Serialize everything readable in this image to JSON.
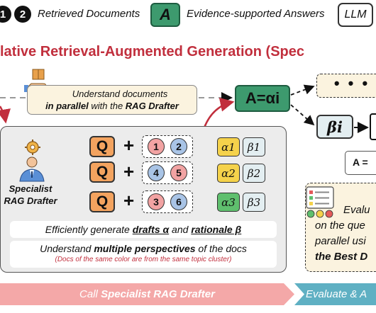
{
  "legend": {
    "doc_numbers": [
      "1",
      "2"
    ],
    "retrieved_label": "Retrieved Documents",
    "answer_badge": "A",
    "answer_label": "Evidence-supported Answers",
    "llm_label": "LLM"
  },
  "title": "lative Retrieval-Augmented Generation (Spec",
  "understand": {
    "line1": "Understand documents",
    "line2_bold": "in parallel",
    "line2_mid": " with the ",
    "line2_end": "RAG Drafter"
  },
  "drafter": {
    "label_line1": "Specialist",
    "label_line2": "RAG Drafter",
    "rows": [
      {
        "q": "Q",
        "docs": [
          "1",
          "2"
        ],
        "doc_colors": [
          "#f2a3a3",
          "#a9c4e6"
        ],
        "alpha": "α1",
        "alpha_color": "#f5d24b",
        "beta": "β1"
      },
      {
        "q": "Q",
        "docs": [
          "4",
          "5"
        ],
        "doc_colors": [
          "#a9c4e6",
          "#f2a3a3"
        ],
        "alpha": "α2",
        "alpha_color": "#f5d24b",
        "beta": "β2"
      },
      {
        "q": "Q",
        "docs": [
          "3",
          "6"
        ],
        "doc_colors": [
          "#f2a3a3",
          "#a9c4e6"
        ],
        "alpha": "α3",
        "alpha_color": "#5fbf6e",
        "beta": "β3"
      }
    ],
    "plus": "+",
    "drafts_pre": "Efficiently generate ",
    "drafts_bold1": "drafts α",
    "drafts_mid": " and ",
    "drafts_bold2": "rationale β",
    "persp_pre": "Understand ",
    "persp_bold": "multiple perspectives",
    "persp_post": " of the docs",
    "persp_note": "(Docs of the same color are from the same topic cluster)"
  },
  "right": {
    "a_eq": "A=αi",
    "dots": "• • •",
    "beta_i": "βi",
    "a_equals": "A =",
    "eval_lines": [
      "Evalu",
      "on the que",
      "parallel usi",
      "the Best D"
    ]
  },
  "banners": {
    "call_pre": "Call ",
    "call_bold": "Specialist RAG Drafter",
    "eval": "Evaluate & A"
  },
  "colors": {
    "accent_red": "#c12f3d",
    "answer_green": "#3d9a6e",
    "q_orange": "#f3a35f",
    "banner_pink": "#f4a8a8",
    "banner_teal": "#5fb0c3"
  }
}
